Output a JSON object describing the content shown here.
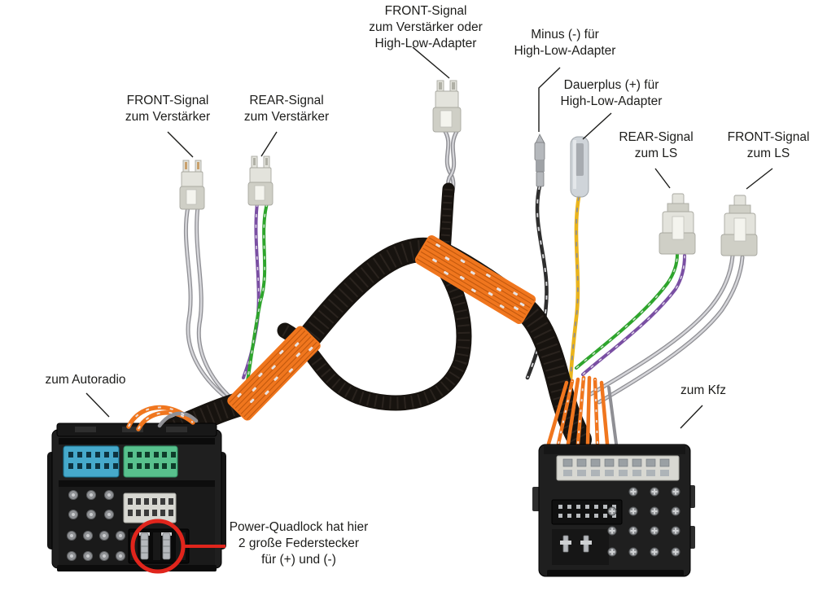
{
  "figure": {
    "type": "car-audio-wiring-harness-diagram",
    "background": "#ffffff"
  },
  "labels": {
    "front_signal_amp": {
      "line1": "FRONT-Signal",
      "line2": "zum Verstärker"
    },
    "rear_signal_amp": {
      "line1": "REAR-Signal",
      "line2": "zum Verstärker"
    },
    "front_signal_amp_or_hla": {
      "line1": "FRONT-Signal",
      "line2": "zum Verstärker oder",
      "line3": "High-Low-Adapter"
    },
    "minus_hla": {
      "line1": "Minus (-) für",
      "line2": "High-Low-Adapter"
    },
    "dauerplus_hla": {
      "line1": "Dauerplus (+) für",
      "line2": "High-Low-Adapter"
    },
    "rear_signal_ls": {
      "line1": "REAR-Signal",
      "line2": "zum LS"
    },
    "front_signal_ls": {
      "line1": "FRONT-Signal",
      "line2": "zum LS"
    },
    "zum_autoradio": {
      "line1": "zum Autoradio"
    },
    "zum_kfz": {
      "line1": "zum Kfz"
    },
    "power_quadlock_note": {
      "line1": "Power-Quadlock hat hier",
      "line2": "2 große Federstecker",
      "line3": "für (+) und (-)"
    }
  },
  "colors": {
    "text": "#1d1d1b",
    "leader_line": "#1d1d1b",
    "annotation_red": "#e0251c",
    "loom_black": "#17130f",
    "loom_highlight": "#4a4036",
    "wire_orange": "#f0761e",
    "wire_orange_dark": "#c2590e",
    "wire_green": "#2ea52c",
    "wire_purple": "#7a4fa3",
    "wire_yellow": "#eab41c",
    "wire_gray_dark": "#8f8f94",
    "wire_gray_light": "#d6d6da",
    "wire_black": "#2e2e2e",
    "stripe_white": "#e9e9ec",
    "connector_body": "#e3e3dc",
    "connector_shade": "#cfcfc6",
    "connector_stroke": "#a8a8a0",
    "terminal_silver": "#b5b8bc",
    "quadlock_housing": "#1f1f1f",
    "quadlock_dark": "#0e0e0e",
    "block_blue": "#46a9cb",
    "block_green": "#58c18d",
    "block_white": "#d8d8d2",
    "pin_silver": "#8f9194"
  }
}
